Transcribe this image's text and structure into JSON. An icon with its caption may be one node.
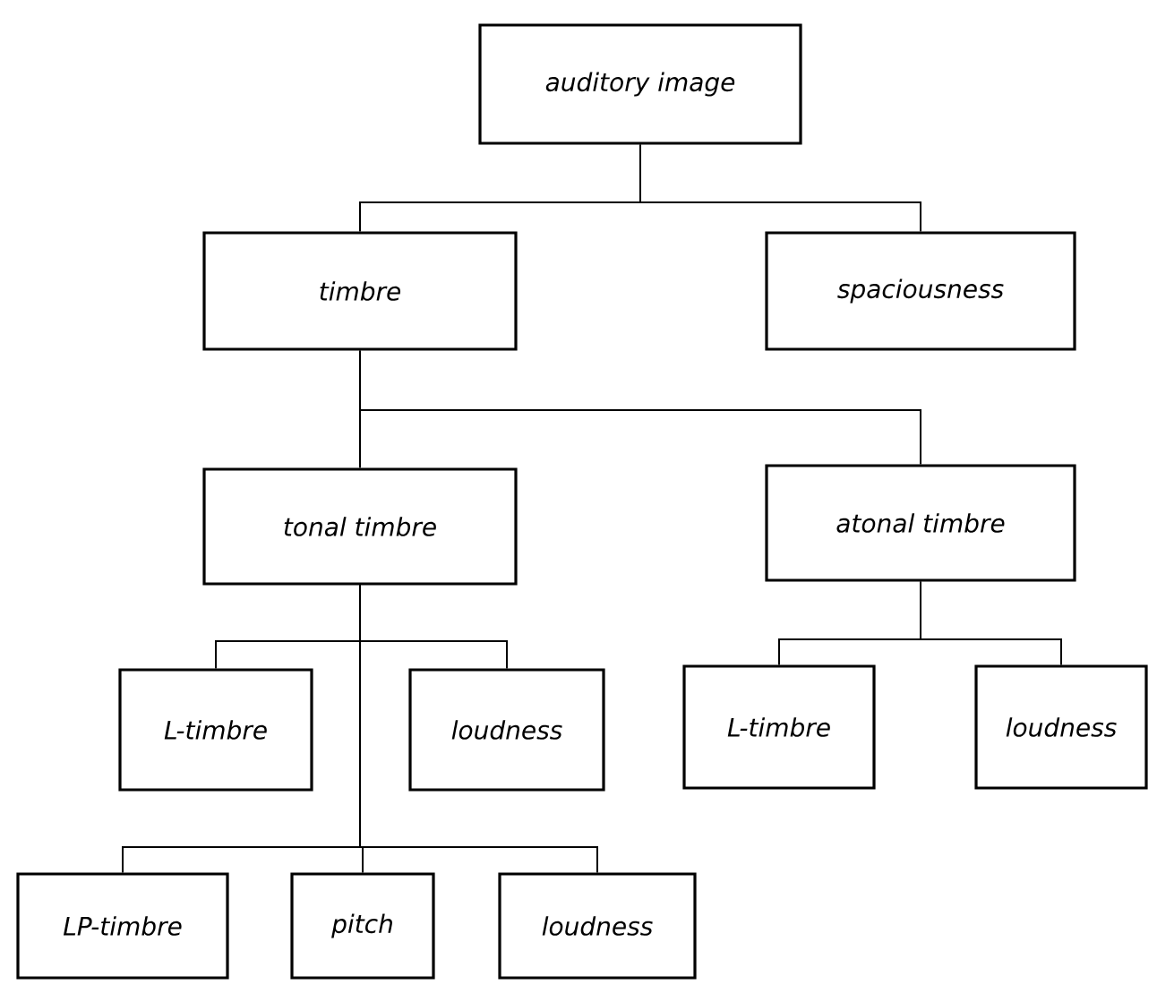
{
  "diagram": {
    "nodes": [
      {
        "text": [
          "auditory image"
        ]
      },
      {
        "text": [
          "timbre"
        ]
      },
      {
        "text": [
          "spaciousness"
        ]
      },
      {
        "text": [
          "tonal timbre"
        ]
      },
      {
        "text": [
          "atonal timbre"
        ]
      },
      {
        "text": [
          "L-timbre"
        ]
      },
      {
        "text": [
          "loudness"
        ]
      },
      {
        "text": [
          "L-timbre"
        ]
      },
      {
        "text": [
          "loudness"
        ]
      },
      {
        "text": [
          "LP-timbre"
        ]
      },
      {
        "text": [
          "pitch"
        ]
      },
      {
        "text": [
          "loudness"
        ]
      }
    ],
    "edges": [
      {
        "from": 0,
        "to": 1,
        "arrow": "none"
      },
      {
        "from": 0,
        "to": 2,
        "arrow": "none"
      },
      {
        "from": 1,
        "to": 3,
        "arrow": "none"
      },
      {
        "from": 1,
        "to": 4,
        "arrow": "none"
      },
      {
        "from": 3,
        "to": 5,
        "arrow": "none"
      },
      {
        "from": 3,
        "to": 6,
        "arrow": "none"
      },
      {
        "from": 4,
        "to": 7,
        "arrow": "none"
      },
      {
        "from": 4,
        "to": 8,
        "arrow": "none"
      },
      {
        "from": 3,
        "to": 9,
        "arrow": "none"
      },
      {
        "from": 3,
        "to": 10,
        "arrow": "none"
      },
      {
        "from": 3,
        "to": 11,
        "arrow": "none"
      }
    ]
  }
}
